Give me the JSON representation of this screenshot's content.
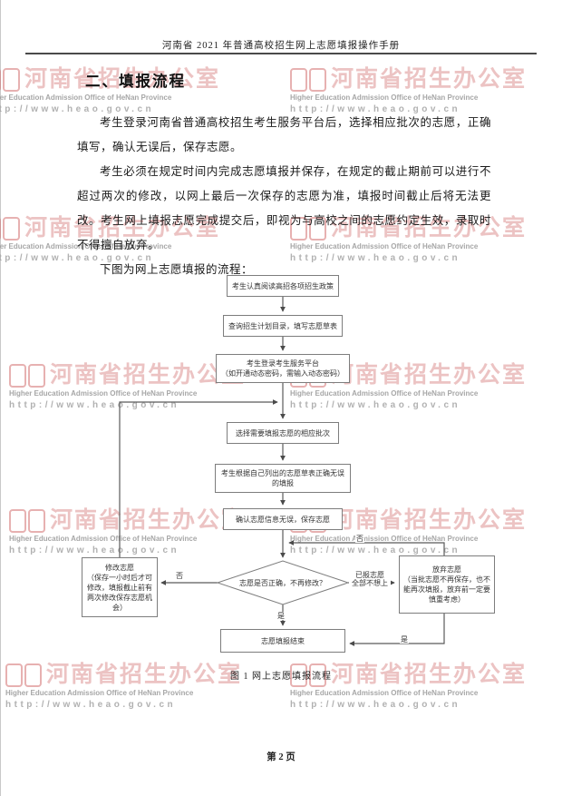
{
  "document": {
    "header_title": "河南省 2021 年普通高校招生网上志愿填报操作手册",
    "section_title": "二、填报流程",
    "paragraphs": {
      "p1": "考生登录河南省普通高校招生考生服务平台后，选择相应批次的志愿，正确填写，确认无误后，保存志愿。",
      "p2": "考生必须在规定时间内完成志愿填报并保存，在规定的截止期前可以进行不超过两次的修改，以网上最后一次保存的志愿为准，填报时间截止后将无法更改。考生网上填报志愿完成提交后，即视为与高校之间的志愿约定生效，录取时不得擅自放弃。",
      "p3": "下图为网上志愿填报的流程："
    },
    "figure_caption": "图 1  网上志愿填报流程",
    "page_number": "第 2 页"
  },
  "watermark": {
    "cn": "河南省招生办公室",
    "en": "Higher Education Admission Office of HeNan Province",
    "url": "http://www.heao.gov.cn",
    "pink": "#d98787",
    "gray": "#9e9e9e"
  },
  "flowchart": {
    "steps": {
      "read_policy": "考生认真阅读高招各项招生政策",
      "query_plan": "查询招生计划目录，填写志愿草表",
      "login_line1": "考生登录考生服务平台",
      "login_line2": "（如开通动态密码，需输入动态密码）",
      "choose_batch": "选择需要填报志愿的相应批次",
      "fill_by_draft": "考生根据自己列出的志愿草表正确无误的填报",
      "confirm_save": "确认志愿信息无误，保存志愿",
      "decision": "志愿是否正确，不再修改？",
      "modify_title": "修改志愿",
      "modify_note": "（保存一小时后才可修改，填报截止前有两次修改保存志愿机会）",
      "abandon_title": "放弃志愿",
      "abandon_note": "（当批志愿不再保存，也不能再次填报，放弃前一定要慎重考虑）",
      "end": "志愿填报结束"
    },
    "labels": {
      "no_to_modify": "否",
      "no_from_abandon": "否",
      "yes_to_end": "是",
      "yes_from_abandon": "是",
      "abandon_path_line1": "已报志愿",
      "abandon_path_line2": "全部不想上"
    }
  }
}
